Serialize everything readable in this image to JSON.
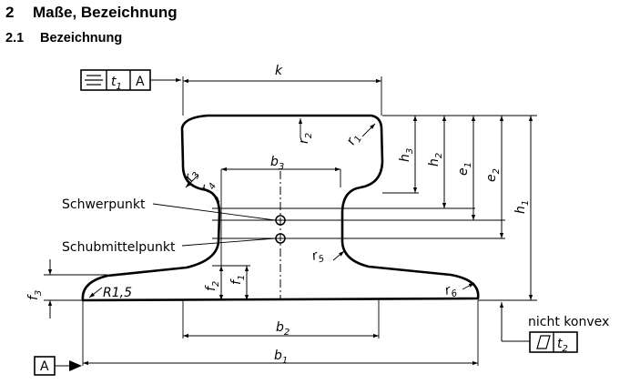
{
  "header": {
    "section_number": "2",
    "section_title": "Maße, Bezeichnung",
    "subsection_number": "2.1",
    "subsection_title": "Bezeichnung"
  },
  "diagram": {
    "labels": {
      "schwerpunkt": "Schwerpunkt",
      "schubmittelpunkt": "Schubmittelpunkt",
      "radius_note": "R1,5",
      "nicht_konvex": "nicht konvex"
    },
    "datum": {
      "letter": "A"
    },
    "tolerance_frame_top": {
      "symmetry_symbol": "⌯",
      "tolerance": "t",
      "tolerance_sub": "1",
      "datum": "A"
    },
    "tolerance_frame_bottom": {
      "flatness_symbol": "▱",
      "tolerance": "t",
      "tolerance_sub": "2"
    },
    "dimensions": {
      "k": "k",
      "b": "b",
      "b1_sub": "1",
      "b2_sub": "2",
      "b3_sub": "3",
      "h": "h",
      "h1_sub": "1",
      "h2_sub": "2",
      "h3_sub": "3",
      "e": "e",
      "e1_sub": "1",
      "e2_sub": "2",
      "f": "f",
      "f1_sub": "1",
      "f2_sub": "2",
      "f3_sub": "3",
      "r": "r",
      "r1_sub": "1",
      "r2_sub": "2",
      "r3_sub": "3",
      "r4_sub": "4",
      "r5_sub": "5",
      "r6_sub": "6"
    }
  }
}
